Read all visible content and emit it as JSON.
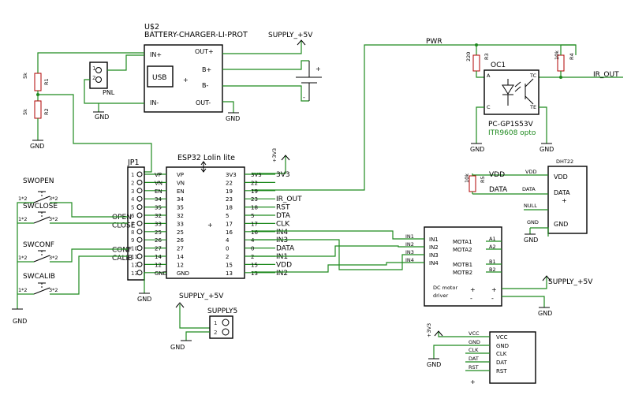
{
  "charger": {
    "ref": "U$2",
    "name": "BATTERY-CHARGER-LI-PROT",
    "in_plus": "IN+",
    "in_minus": "IN-",
    "usb": "USB",
    "plus": "+",
    "out_plus": "OUT+",
    "b_plus": "B+",
    "b_minus": "B-",
    "out_minus": "OUT-"
  },
  "supply_top": "SUPPLY_+5V",
  "pnl": "PNL",
  "battery": {
    "plus": "+",
    "minus": "-"
  },
  "pwr": "PWR",
  "r1": {
    "ref": "R1",
    "value": "5k"
  },
  "r2": {
    "ref": "R2",
    "value": "5k"
  },
  "r3": {
    "ref": "R3",
    "value": "220"
  },
  "r4": {
    "ref": "R4",
    "value": "10k"
  },
  "r5": {
    "ref": "R5",
    "value": "10k"
  },
  "opto": {
    "ref": "OC1",
    "part": "PC-GP1S53V",
    "desc": "ITR9608 opto",
    "pin_a": "A",
    "pin_c": "C",
    "pin_tc": "TC",
    "pin_te": "TE"
  },
  "ir_out": "IR_OUT",
  "gnd": "GND",
  "esp": {
    "title": "ESP32 Lolin lite",
    "left_pins": [
      "VP",
      "VN",
      "EN",
      "34",
      "35",
      "32",
      "33",
      "25",
      "26",
      "27",
      "14",
      "12",
      "GND"
    ],
    "right_pins": [
      "3V3",
      "22",
      "19",
      "23",
      "18",
      "5",
      "17",
      "16",
      "4",
      "0",
      "2",
      "15",
      "13"
    ],
    "plus": "+"
  },
  "v3v3": "+3V3",
  "jp1": {
    "ref": "JP1",
    "nums": [
      "1",
      "2",
      "3",
      "4",
      "5",
      "6",
      "7",
      "8",
      "9",
      "10",
      "11",
      "12",
      "13"
    ],
    "labels": [
      "VP",
      "VN",
      "EN",
      "34",
      "35",
      "32",
      "33",
      "25",
      "26",
      "27",
      "14",
      "12",
      "GND"
    ],
    "outer": [
      "",
      "",
      "",
      "",
      "",
      "OPEN",
      "CLOSE",
      "",
      "",
      "CONF",
      "CALIB",
      "",
      ""
    ]
  },
  "nets_right": [
    "3V3",
    "",
    "",
    "IR_OUT",
    "RST",
    "DTA",
    "CLK",
    "IN4",
    "IN3",
    "DATA",
    "IN1",
    "VDD",
    "IN2"
  ],
  "switches": [
    {
      "name": "SWOPEN",
      "p1": "1*2",
      "p3": "3*2"
    },
    {
      "name": "SWCLOSE",
      "p1": "1*2",
      "p3": "3*2"
    },
    {
      "name": "SWCONF",
      "p1": "1*2",
      "p3": "3*2"
    },
    {
      "name": "SWCALIB",
      "p1": "1*2",
      "p3": "3*2"
    }
  ],
  "supply5": {
    "net": "SUPPLY_+5V",
    "ref": "SUPPLY5",
    "pin1": "1",
    "pin2": "2"
  },
  "dht": {
    "ref": "DHT22",
    "vdd": "VDD",
    "data": "DATA",
    "null": "NULL",
    "gnd": "GND",
    "plus": "+",
    "net_vdd": "VDD",
    "net_data": "DATA"
  },
  "driver": {
    "pins_left": [
      "IN1",
      "IN2",
      "IN3",
      "IN4"
    ],
    "pins_mid": [
      "MOTA1",
      "MOTA2",
      "MOTB1",
      "MOTB2"
    ],
    "pins_right": [
      "A1",
      "A2",
      "B1",
      "B2"
    ],
    "title_line1": "DC motor",
    "title_line2": "driver",
    "plus": "+",
    "minus": "-",
    "net_in": [
      "IN1",
      "IN2",
      "IN3",
      "IN4"
    ]
  },
  "supply_drv": "SUPPLY_+5V",
  "rtc": {
    "pins_left": [
      "VCC",
      "GND",
      "CLK",
      "DAT",
      "RST"
    ],
    "pins_right": [
      "VCC",
      "GND",
      "CLK",
      "DAT",
      "RST"
    ],
    "plus": "+"
  }
}
